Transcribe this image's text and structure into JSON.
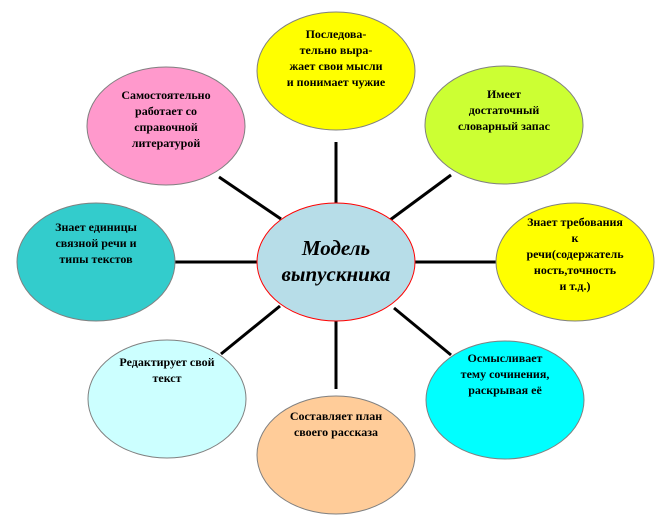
{
  "diagram": {
    "center": {
      "lines": [
        "Модель",
        "выпускника"
      ],
      "fill": "#b7dde8"
    },
    "nodes": [
      {
        "id": "top",
        "fill": "#ffff00",
        "lines": [
          "Последова-",
          "тельно выра-",
          "жает свои мысли",
          "и понимает чужие"
        ]
      },
      {
        "id": "top-right",
        "fill": "#ccff33",
        "lines": [
          "Имеет",
          "достаточный",
          "словарный запас"
        ]
      },
      {
        "id": "right",
        "fill": "#ffff00",
        "lines": [
          "Знает требования",
          "к",
          "речи(содержатель",
          "ность,точность",
          "и т.д.)"
        ]
      },
      {
        "id": "bottom-right",
        "fill": "#00ffff",
        "lines": [
          "Осмысливает",
          "тему сочинения,",
          "раскрывая её"
        ]
      },
      {
        "id": "bottom",
        "fill": "#ffcc99",
        "lines": [
          "Составляет план",
          "своего рассказа"
        ]
      },
      {
        "id": "bottom-left",
        "fill": "#ccffff",
        "lines": [
          "Редактирует свой",
          "текст"
        ]
      },
      {
        "id": "left",
        "fill": "#33cccc",
        "lines": [
          "Знает единицы",
          "связной речи и",
          "типы текстов"
        ]
      },
      {
        "id": "top-left",
        "fill": "#ff99cc",
        "lines": [
          "Самостоятельно",
          "работает  со",
          "справочной",
          "литературой"
        ]
      }
    ]
  }
}
